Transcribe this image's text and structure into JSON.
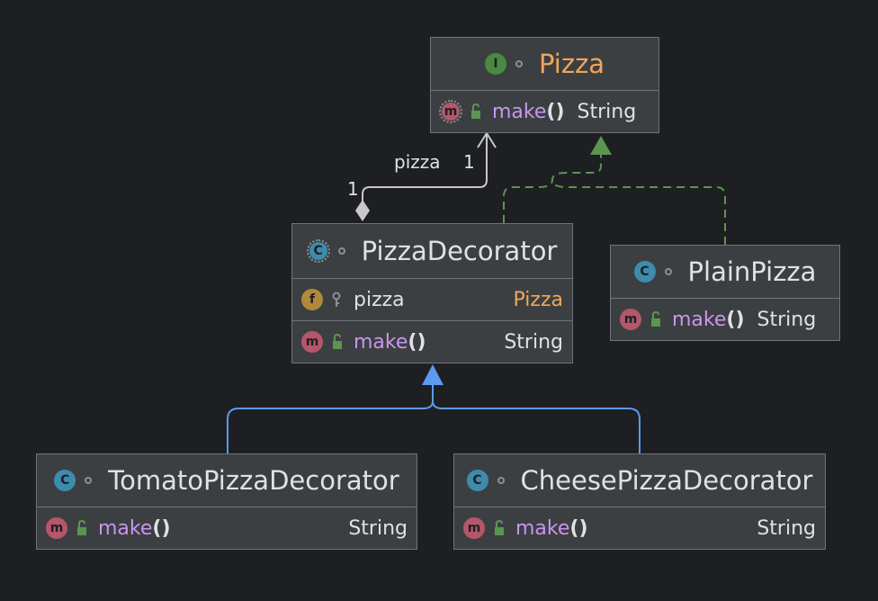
{
  "classes": {
    "pizza": {
      "badge": "I",
      "name": "Pizza",
      "method": {
        "name": "make",
        "parens": "()",
        "type": "String"
      }
    },
    "pizza_decorator": {
      "badge": "C",
      "name": "PizzaDecorator",
      "field": {
        "badge": "f",
        "name": "pizza",
        "type": "Pizza"
      },
      "method": {
        "name": "make",
        "parens": "()",
        "type": "String"
      }
    },
    "plain_pizza": {
      "badge": "C",
      "name": "PlainPizza",
      "method": {
        "name": "make",
        "parens": "()",
        "type": "String"
      }
    },
    "tomato": {
      "badge": "C",
      "name": "TomatoPizzaDecorator",
      "method": {
        "name": "make",
        "parens": "()",
        "type": "String"
      }
    },
    "cheese": {
      "badge": "C",
      "name": "CheesePizzaDecorator",
      "method": {
        "name": "make",
        "parens": "()",
        "type": "String"
      }
    }
  },
  "method_badge": "m",
  "relations": {
    "composition": {
      "label": "pizza",
      "target_multiplicity": "1",
      "source_multiplicity": "1"
    }
  },
  "colors": {
    "background": "#1e1f22",
    "box": "#3c3f41",
    "interface_name": "#f0a55a",
    "method_name": "#c995f0",
    "implements_line": "#5a9650",
    "extends_line": "#5b9bf0",
    "association_line": "#c8c8c8"
  }
}
